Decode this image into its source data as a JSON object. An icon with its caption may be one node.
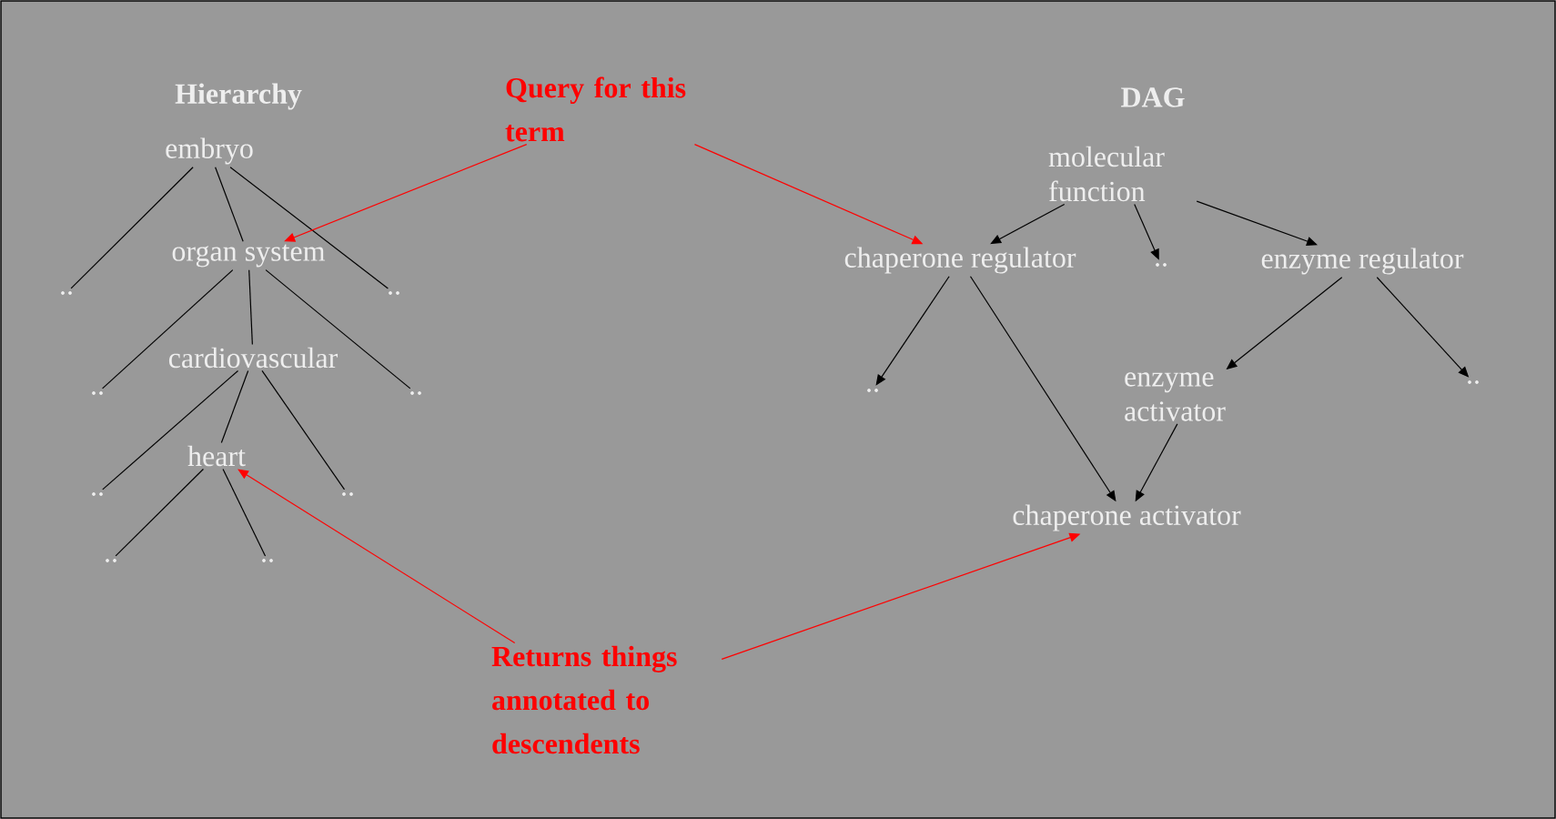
{
  "diagram": {
    "nodes": [
      {
        "text": [
          "embryo"
        ]
      },
      {
        "text": [
          ".."
        ]
      },
      {
        "text": [
          "organ system"
        ]
      },
      {
        "text": [
          ".."
        ]
      },
      {
        "text": [
          ".."
        ]
      },
      {
        "text": [
          "cardiovascular"
        ]
      },
      {
        "text": [
          ".."
        ]
      },
      {
        "text": [
          ".."
        ]
      },
      {
        "text": [
          "heart"
        ]
      },
      {
        "text": [
          ".."
        ]
      },
      {
        "text": [
          ".."
        ]
      },
      {
        "text": [
          ".."
        ]
      },
      {
        "text": [
          "molecular function"
        ]
      },
      {
        "text": [
          "chaperone regulator"
        ]
      },
      {
        "text": [
          ".."
        ]
      },
      {
        "text": [
          "enzyme regulator"
        ]
      },
      {
        "text": [
          ".."
        ]
      },
      {
        "text": [
          "enzyme activator"
        ]
      },
      {
        "text": [
          ".."
        ]
      },
      {
        "text": [
          "chaperone activator"
        ]
      },
      {
        "text": [
          "Query for this term"
        ]
      },
      {
        "text": [
          "Returns things annotated to descendents"
        ]
      }
    ],
    "edges": [
      {
        "from": 0,
        "to": 1,
        "arrow": "none"
      },
      {
        "from": 0,
        "to": 2,
        "arrow": "none"
      },
      {
        "from": 0,
        "to": 3,
        "arrow": "none"
      },
      {
        "from": 2,
        "to": 4,
        "arrow": "none"
      },
      {
        "from": 2,
        "to": 5,
        "arrow": "none"
      },
      {
        "from": 2,
        "to": 6,
        "arrow": "none"
      },
      {
        "from": 5,
        "to": 7,
        "arrow": "none"
      },
      {
        "from": 5,
        "to": 8,
        "arrow": "none"
      },
      {
        "from": 5,
        "to": 9,
        "arrow": "none"
      },
      {
        "from": 8,
        "to": 10,
        "arrow": "none"
      },
      {
        "from": 8,
        "to": 11,
        "arrow": "none"
      },
      {
        "from": 12,
        "to": 13,
        "arrow": "to"
      },
      {
        "from": 12,
        "to": 14,
        "arrow": "to"
      },
      {
        "from": 12,
        "to": 15,
        "arrow": "to"
      },
      {
        "from": 13,
        "to": 16,
        "arrow": "to"
      },
      {
        "from": 13,
        "to": 19,
        "arrow": "to"
      },
      {
        "from": 15,
        "to": 17,
        "arrow": "to"
      },
      {
        "from": 15,
        "to": 18,
        "arrow": "to"
      },
      {
        "from": 17,
        "to": 19,
        "arrow": "to"
      },
      {
        "from": 20,
        "to": 2,
        "arrow": "to",
        "color": "#ff0000"
      },
      {
        "from": 20,
        "to": 13,
        "arrow": "to",
        "color": "#ff0000"
      },
      {
        "from": 21,
        "to": 8,
        "arrow": "to",
        "color": "#ff0000"
      },
      {
        "from": 21,
        "to": 19,
        "arrow": "to",
        "color": "#ff0000"
      }
    ],
    "labels": [
      "Hierarchy",
      "DAG"
    ]
  }
}
